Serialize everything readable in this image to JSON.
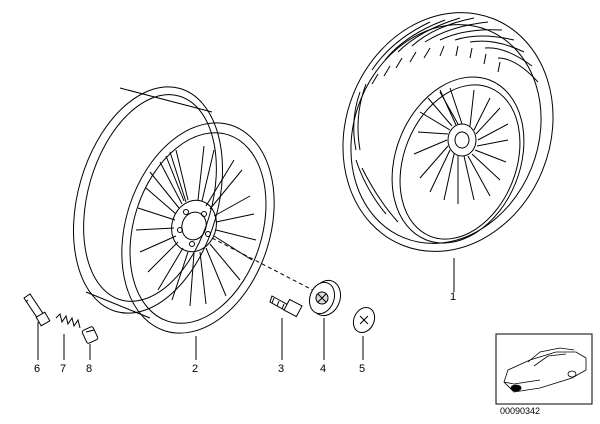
{
  "parts": {
    "p1": "1",
    "p2": "2",
    "p3": "3",
    "p4": "4",
    "p5": "5",
    "p6": "6",
    "p7": "7",
    "p8": "8"
  },
  "thumbnail": {
    "code": "00090342"
  }
}
